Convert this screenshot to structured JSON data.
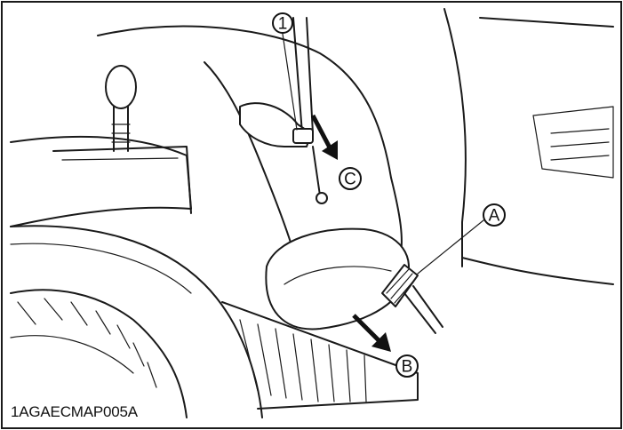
{
  "figure": {
    "code": "1AGAECMAP005A",
    "callouts": {
      "one": "1",
      "a": "A",
      "b": "B",
      "c": "C"
    }
  }
}
